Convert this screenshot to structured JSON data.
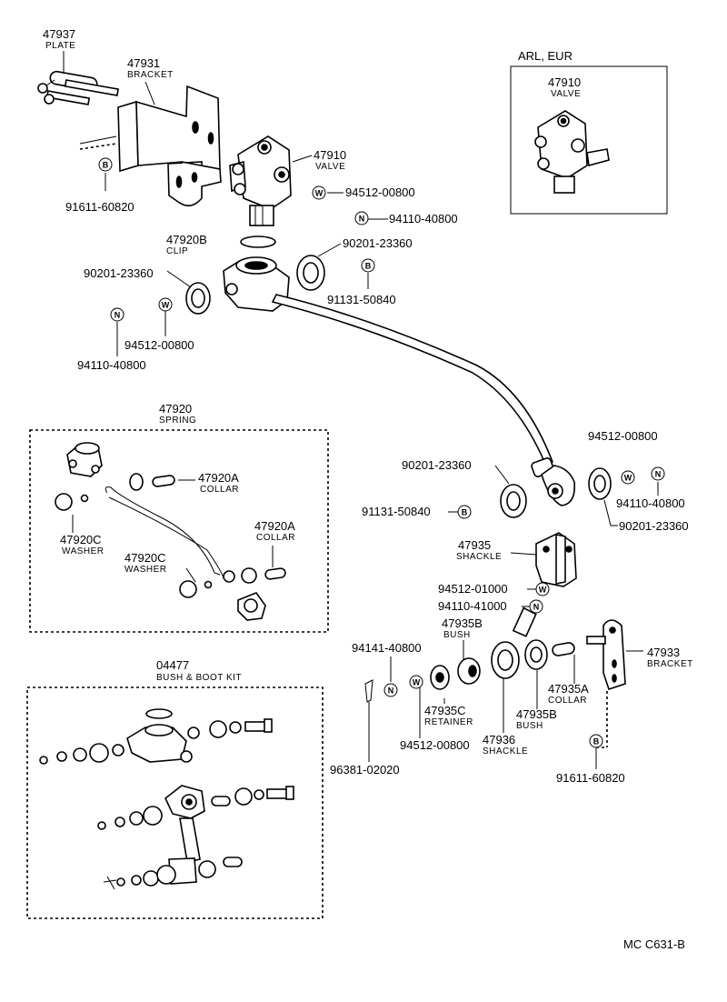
{
  "region_box_title": "ARL, EUR",
  "footer_code": "MC  C631-B",
  "labels": {
    "plate_47937": {
      "num": "47937",
      "name": "PLATE"
    },
    "bracket_47931": {
      "num": "47931",
      "name": "BRACKET"
    },
    "valve_47910": {
      "num": "47910",
      "name": "VALVE"
    },
    "valve_47910_eur": {
      "num": "47910",
      "name": "VALVE"
    },
    "bolt_91611_top": {
      "num": "91611-60820"
    },
    "washer_94512_top": {
      "num": "94512-00800"
    },
    "nut_94110_top": {
      "num": "94110-40800"
    },
    "clip_47920B": {
      "num": "47920B",
      "name": "CLIP"
    },
    "seal_90201_a": {
      "num": "90201-23360"
    },
    "seal_90201_b": {
      "num": "90201-23360"
    },
    "bolt_91131_top": {
      "num": "91131-50840"
    },
    "washer_94512_left": {
      "num": "94512-00800"
    },
    "nut_94110_left": {
      "num": "94110-40800"
    },
    "spring_47920": {
      "num": "47920",
      "name": "SPRING"
    },
    "collar_47920A_1": {
      "num": "47920A",
      "name": "COLLAR"
    },
    "washer_47920C_1": {
      "num": "47920C",
      "name": "WASHER"
    },
    "collar_47920A_2": {
      "num": "47920A",
      "name": "COLLAR"
    },
    "washer_47920C_2": {
      "num": "47920C",
      "name": "WASHER"
    },
    "washer_94512_right": {
      "num": "94512-00800"
    },
    "seal_90201_c": {
      "num": "90201-23360"
    },
    "nut_94110_right": {
      "num": "94110-40800"
    },
    "bolt_91131_mid": {
      "num": "91131-50840"
    },
    "seal_90201_d": {
      "num": "90201-23360"
    },
    "shackle_47935": {
      "num": "47935",
      "name": "SHACKLE"
    },
    "washer_94512_01000": {
      "num": "94512-01000"
    },
    "nut_94110_41000": {
      "num": "94110-41000"
    },
    "bush_47935B_1": {
      "num": "47935B",
      "name": "BUSH"
    },
    "bracket_47933": {
      "num": "47933",
      "name": "BRACKET"
    },
    "nut_94141": {
      "num": "94141-40800"
    },
    "kit_04477": {
      "num": "04477",
      "name": "BUSH & BOOT KIT"
    },
    "retainer_47935C": {
      "num": "47935C",
      "name": "RETAINER"
    },
    "bush_47935B_2": {
      "num": "47935B",
      "name": "BUSH"
    },
    "collar_47935A": {
      "num": "47935A",
      "name": "COLLAR"
    },
    "shackle_47936": {
      "num": "47936",
      "name": "SHACKLE"
    },
    "washer_94512_bottom": {
      "num": "94512-00800"
    },
    "pin_96381": {
      "num": "96381-02020"
    },
    "bolt_91611_bottom": {
      "num": "91611-60820"
    }
  },
  "badges": {
    "b": "B",
    "w": "W",
    "n": "N"
  }
}
